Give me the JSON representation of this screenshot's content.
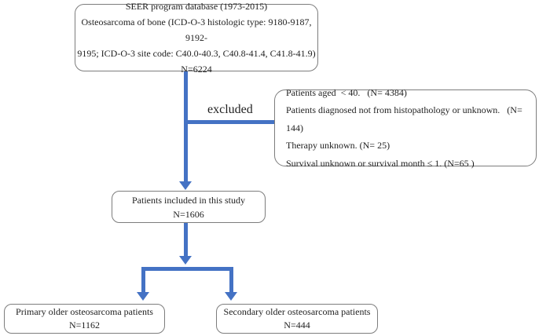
{
  "colors": {
    "arrow": "#4472C4",
    "box_border": "#7D7D7D",
    "text": "#1F1F1F",
    "background": "#FFFFFF"
  },
  "flowchart": {
    "source_box": {
      "lines": [
        "SEER program database (1973-2015)",
        "Osteosarcoma of bone (ICD-O-3 histologic type: 9180-9187, 9192-",
        "9195; ICD-O-3 site code: C40.0-40.3, C40.8-41.4, C41.8-41.9)",
        "N=6224"
      ]
    },
    "excluded_label": "excluded",
    "excluded_box": {
      "lines": [
        "Patients aged  < 40.   (N= 4384)",
        "Patients diagnosed not from histopathology or unknown.   (N= 144)",
        "Therapy unknown. (N= 25)",
        "Survival unknown or survival month ≤ 1. (N=65 )"
      ]
    },
    "included_box": {
      "lines": [
        "Patients included in this study",
        "N=1606"
      ]
    },
    "primary_box": {
      "lines": [
        "Primary older osteosarcoma patients",
        "N=1162"
      ]
    },
    "secondary_box": {
      "lines": [
        "Secondary older osteosarcoma patients",
        "N=444"
      ]
    }
  }
}
